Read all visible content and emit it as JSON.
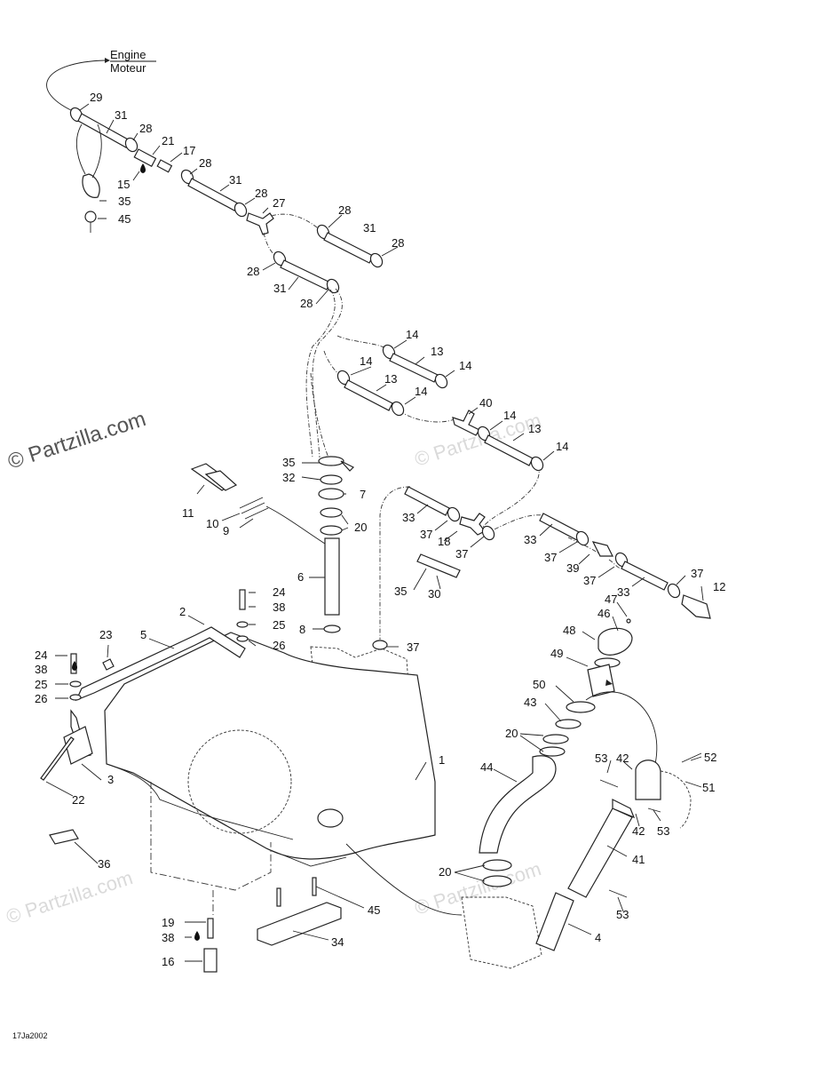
{
  "engine_label": "Engine",
  "moteur_label": "Moteur",
  "drawing_code": "17Ja2002",
  "watermark_main": "© Partzilla.com",
  "watermark_faint": "© Partzilla.com",
  "callouts": {
    "c29": "29",
    "c31a": "31",
    "c28a": "28",
    "c21": "21",
    "c17": "17",
    "c28b": "28",
    "c15": "15",
    "c35a": "35",
    "c45a": "45",
    "c31b": "31",
    "c28c": "28",
    "c27": "27",
    "c28d": "28",
    "c31c": "31",
    "c28e": "28",
    "c28f": "28",
    "c31d": "31",
    "c28g": "28",
    "c14a": "14",
    "c13a": "13",
    "c14b": "14",
    "c14c": "14",
    "c13b": "13",
    "c14d": "14",
    "c40": "40",
    "c14e": "14",
    "c13c": "13",
    "c14f": "14",
    "c35b": "35",
    "c32": "32",
    "c7": "7",
    "c20a": "20",
    "c11": "11",
    "c10": "10",
    "c9": "9",
    "c6": "6",
    "c8": "8",
    "c33a": "33",
    "c37a": "37",
    "c18": "18",
    "c37b": "37",
    "c33b": "33",
    "c37c": "37",
    "c39": "39",
    "c37d": "37",
    "c33c": "33",
    "c37e": "37",
    "c12": "12",
    "c35c": "35",
    "c30": "30",
    "c24a": "24",
    "c38a": "38",
    "c25a": "25",
    "c26a": "26",
    "c2": "2",
    "c5": "5",
    "c23": "23",
    "c24b": "24",
    "c38b": "38",
    "c25b": "25",
    "c26b": "26",
    "c37f": "37",
    "c47": "47",
    "c46": "46",
    "c48": "48",
    "c49": "49",
    "c50": "50",
    "c43": "43",
    "c20b": "20",
    "c44": "44",
    "c1": "1",
    "c3": "3",
    "c22": "22",
    "c53a": "53",
    "c42a": "42",
    "c52": "52",
    "c51": "51",
    "c42b": "42",
    "c53b": "53",
    "c41": "41",
    "c36": "36",
    "c20c": "20",
    "c53c": "53",
    "c4": "4",
    "c45b": "45",
    "c19": "19",
    "c38c": "38",
    "c34": "34",
    "c16": "16"
  }
}
